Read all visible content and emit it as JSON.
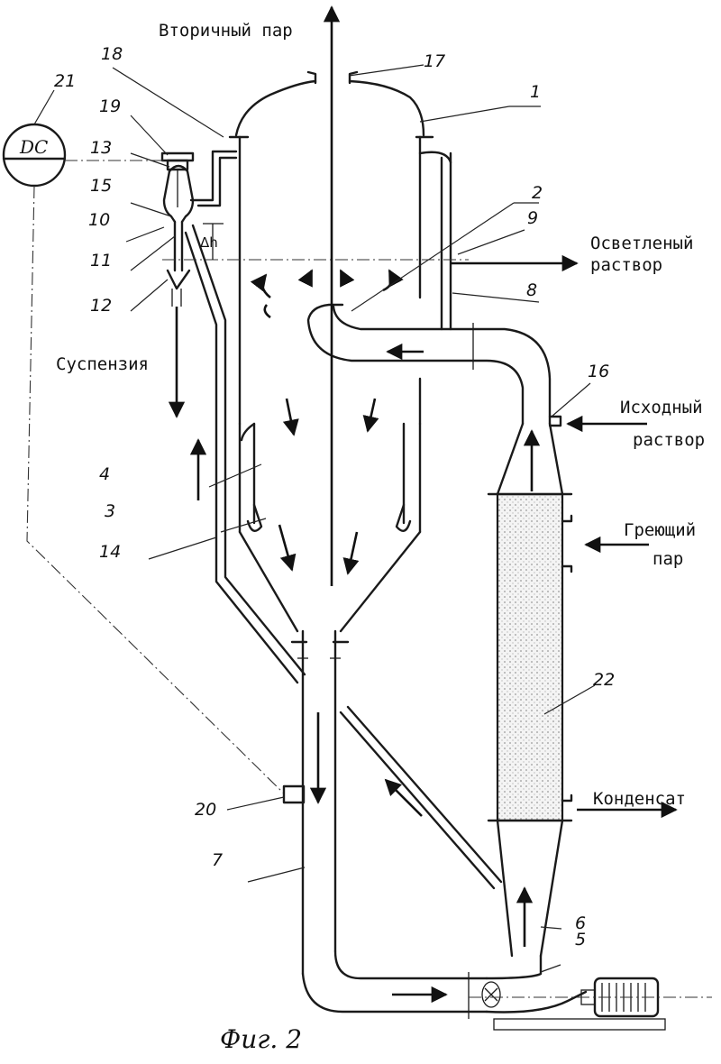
{
  "figure_caption": "Фиг. 2",
  "flow_labels": {
    "secondary_steam": "Вторичный пар",
    "clarified_solution": [
      "Осветленый",
      "раствор"
    ],
    "suspension": "Суспензия",
    "feed_solution": [
      "Исходный",
      "раствор"
    ],
    "heating_steam": [
      "Греющий",
      "пар"
    ],
    "condensate": "Конденсат"
  },
  "controller_label": "DC",
  "level_difference_label": "Δh",
  "callouts": [
    "1",
    "2",
    "3",
    "4",
    "5",
    "6",
    "7",
    "8",
    "9",
    "10",
    "11",
    "12",
    "13",
    "14",
    "15",
    "16",
    "17",
    "18",
    "19",
    "20",
    "21",
    "22"
  ]
}
